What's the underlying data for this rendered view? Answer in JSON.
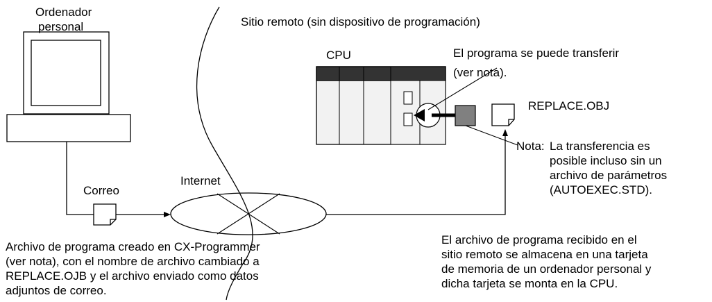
{
  "labels": {
    "pc": "Ordenador",
    "pc2": "personal",
    "remote_site": "Sitio remoto (sin dispositivo de programación)",
    "cpu": "CPU",
    "transfer1": "El programa se puede transferir",
    "transfer2": "(ver nota).",
    "replace_obj": "REPLACE.OBJ",
    "note_prefix": "Nota:",
    "note1": "La transferencia es",
    "note2": "posible incluso sin un",
    "note3": "archivo de parámetros",
    "note4": "(AUTOEXEC.STD).",
    "mail": "Correo",
    "internet": "Internet",
    "left_caption": [
      "Archivo de programa creado en CX-Programmer",
      "(ver nota), con el nombre de archivo cambiado a",
      "REPLACE.OJB y el archivo enviado como datos",
      "adjuntos de correo."
    ],
    "right_caption": [
      "El archivo de programa recibido en el",
      "sitio remoto se almacena en una tarjeta",
      "de memoria de un ordenador personal y",
      "dicha tarjeta se monta en la CPU."
    ]
  },
  "colors": {
    "rack_top": "#333333",
    "module_fill": "#f2f2f2",
    "card_fill": "#808080"
  }
}
